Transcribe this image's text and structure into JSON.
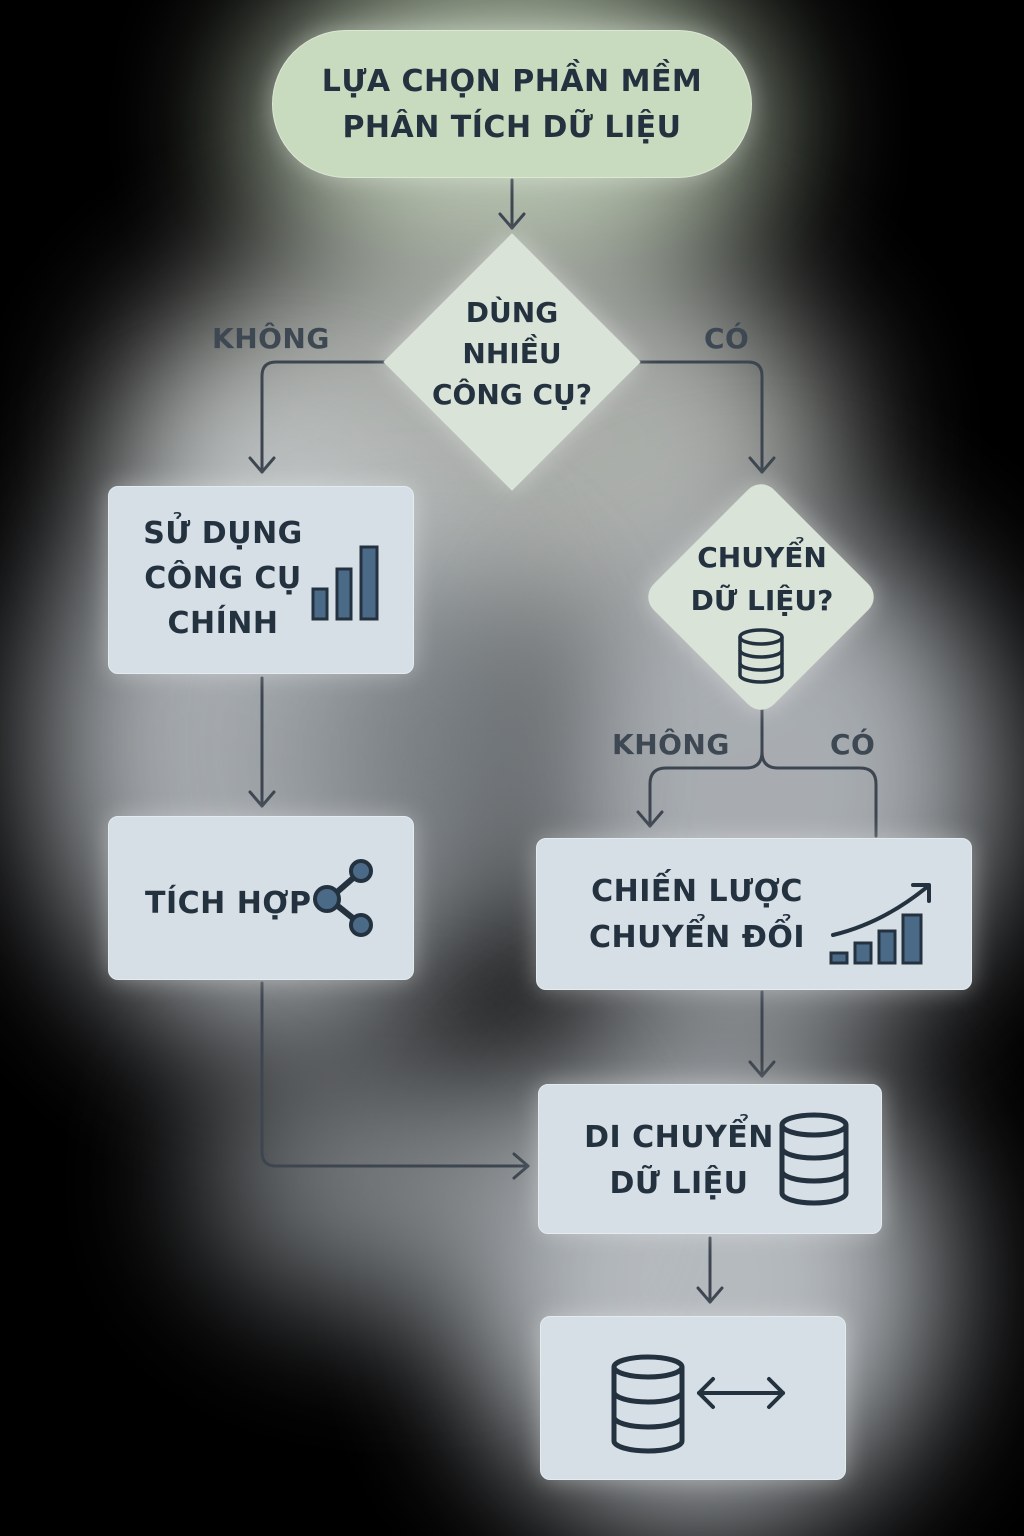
{
  "diagram": {
    "start": {
      "line1": "LỰA CHỌN PHẦN MỀM",
      "line2": "PHÂN TÍCH DỮ LIỆU"
    },
    "decision1": {
      "line1": "DÙNG",
      "line2": "NHIỀU",
      "line3": "CÔNG CỤ?"
    },
    "decision1_no": "KHÔNG",
    "decision1_yes": "CÓ",
    "main_tool": {
      "line1": "SỬ DỤNG",
      "line2": "CÔNG CỤ",
      "line3": "CHÍNH",
      "icon": "bar-chart-icon"
    },
    "integrate": {
      "label": "TÍCH HỢP",
      "icon": "share-nodes-icon"
    },
    "decision2": {
      "line1": "CHUYỂN",
      "line2": "DỮ LIỆU?",
      "icon": "database-icon"
    },
    "decision2_no": "KHÔNG",
    "decision2_yes": "CÓ",
    "strategy": {
      "line1": "CHIẾN LƯỢC",
      "line2": "CHUYỂN ĐỔI",
      "icon": "growth-chart-icon"
    },
    "migrate": {
      "line1": "DI CHUYỂN",
      "line2": "DỮ LIỆU",
      "icon": "database-icon"
    },
    "sync": {
      "icons": [
        "database-icon",
        "double-arrow-icon"
      ]
    }
  },
  "colors": {
    "background": "#000000",
    "node": "#d6dee6",
    "start": "#c9dbbf",
    "text": "#243240",
    "icon": "#4a6a88",
    "connector": "#3d4650"
  }
}
